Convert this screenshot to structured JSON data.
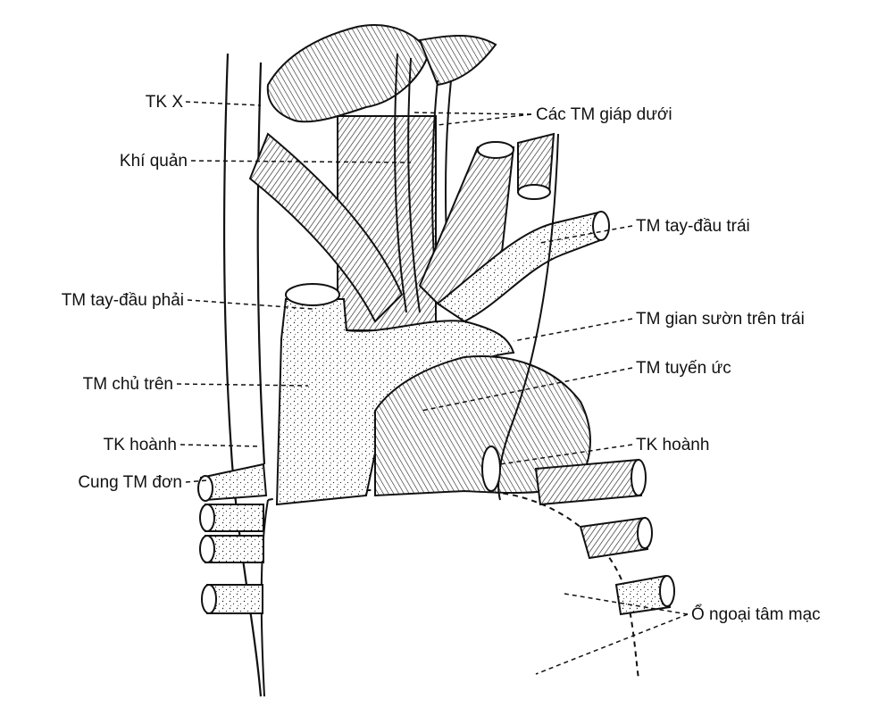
{
  "labels": {
    "tk_x": "TK X",
    "khi_quan": "Khí quản",
    "tm_tay_dau_phai": "TM tay-đầu phải",
    "tm_chu_tren": "TM chủ trên",
    "tk_hoanh_left": "TK hoành",
    "cung_tm_don": "Cung TM đơn",
    "cac_tm_giap_duoi": "Các TM giáp dưới",
    "tm_tay_dau_trai": "TM tay-đầu trái",
    "tm_gian_suon_tren_trai": "TM gian sườn trên trái",
    "tm_tuyen_uc": "TM tuyến ức",
    "tk_hoanh_right": "TK hoành",
    "o_ngoai_tam_mac": "Ổ ngoại tâm mạc"
  },
  "colors": {
    "ink": "#111111",
    "paper": "#ffffff"
  }
}
